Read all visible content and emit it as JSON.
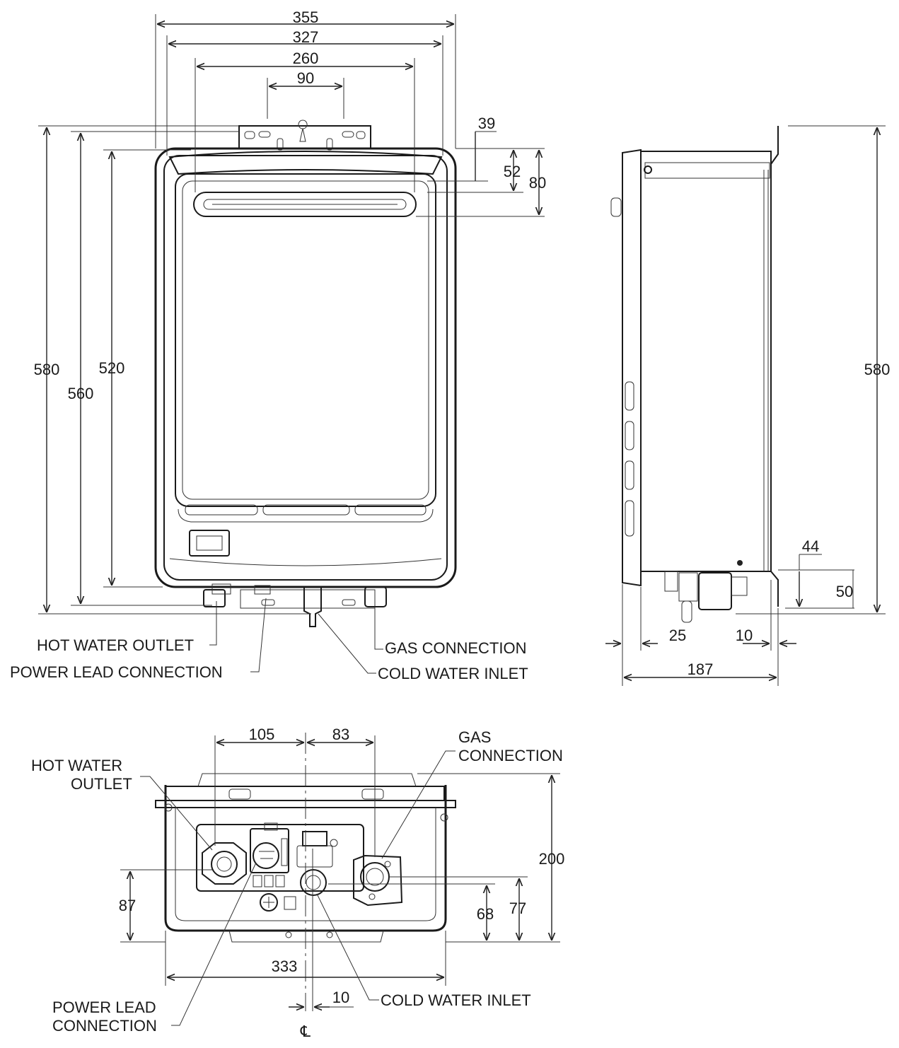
{
  "front_view": {
    "dimensions": {
      "width_355": "355",
      "width_327": "327",
      "width_260": "260",
      "width_90": "90",
      "top_39": "39",
      "top_52": "52",
      "top_80": "80",
      "height_580": "580",
      "height_560": "560",
      "height_520": "520"
    },
    "labels": {
      "hot_water_outlet": "HOT WATER OUTLET",
      "power_lead_connection": "POWER LEAD CONNECTION",
      "gas_connection": "GAS CONNECTION",
      "cold_water_inlet": "COLD WATER INLET"
    }
  },
  "side_view": {
    "dimensions": {
      "height_580": "580",
      "dim_44": "44",
      "dim_50": "50",
      "dim_25": "25",
      "dim_10": "10",
      "depth_187": "187"
    }
  },
  "bottom_view": {
    "dimensions": {
      "dim_105": "105",
      "dim_83": "83",
      "dim_200": "200",
      "dim_87": "87",
      "dim_68": "68",
      "dim_77": "77",
      "width_333": "333",
      "dim_10": "10"
    },
    "labels": {
      "hot_water_outlet_line1": "HOT WATER",
      "hot_water_outlet_line2": "OUTLET",
      "gas_connection_line1": "GAS",
      "gas_connection_line2": "CONNECTION",
      "power_lead_line1": "POWER LEAD",
      "power_lead_line2": "CONNECTION",
      "cold_water_inlet": "COLD WATER INLET",
      "centerline_symbol": "℄"
    }
  }
}
